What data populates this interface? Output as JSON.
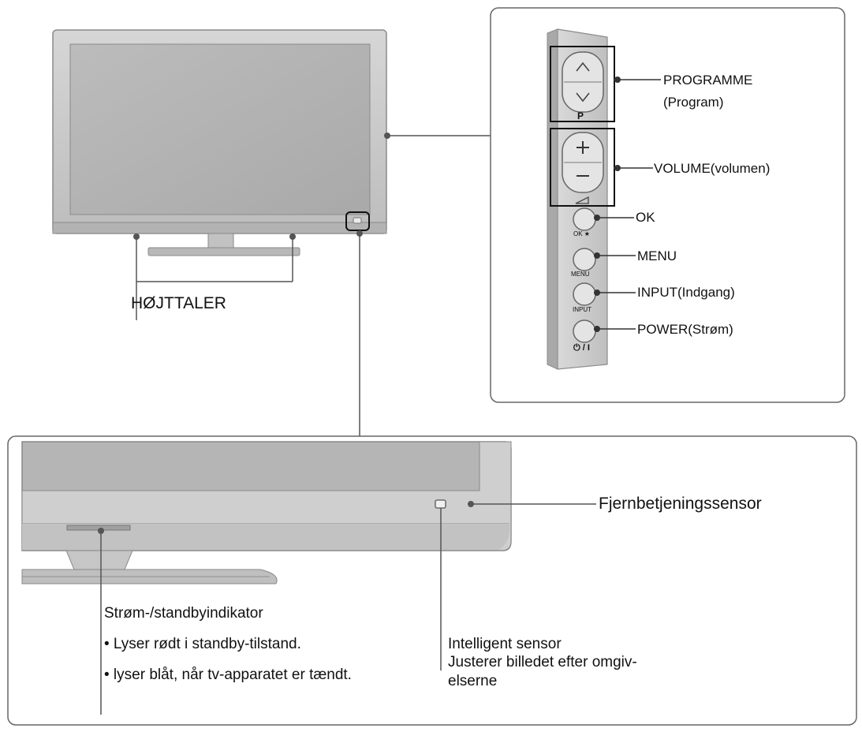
{
  "top_panel": {
    "speaker_label": "HØJTTALER"
  },
  "side_panel": {
    "programme_label": "PROGRAMME",
    "programme_sub": "(Program)",
    "volume_label": "VOLUME(volumen)",
    "ok_label": "OK",
    "menu_label": "MENU",
    "input_label": "INPUT(Indgang)",
    "power_label": "POWER(Strøm)",
    "button_marks": {
      "p": "P",
      "ok": "OK ★",
      "menu": "MENU",
      "input": "INPUT",
      "power": "⏻ / I"
    }
  },
  "bottom_panel": {
    "remote_sensor_label": "Fjernbetjeningssensor",
    "indicator_title": "Strøm-/standbyindikator",
    "indicator_line1": "• Lyser rødt i standby-tilstand.",
    "indicator_line2": "• lyser blåt, når tv-apparatet er tændt.",
    "intelligent_title": "Intelligent sensor",
    "intelligent_line1": "Justerer billedet efter omgiv-",
    "intelligent_line2": "elserne"
  },
  "colors": {
    "line": "#555555",
    "bezel": "#c8c8c8",
    "screen": "#b4b4b4",
    "panel_border": "#666666"
  }
}
